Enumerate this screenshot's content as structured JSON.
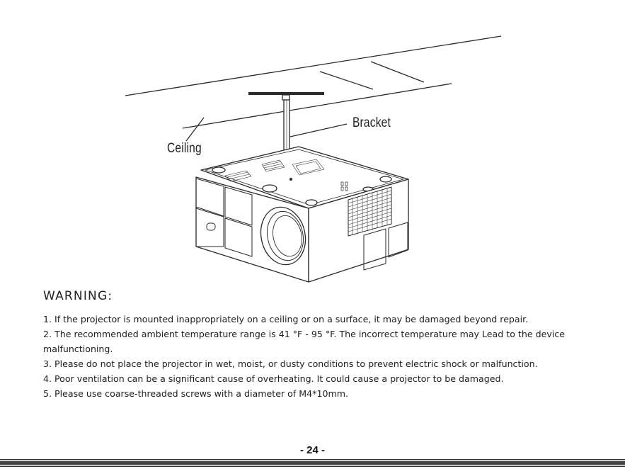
{
  "diagram": {
    "labels": {
      "ceiling": "Ceiling",
      "bracket": "Bracket"
    }
  },
  "warning": {
    "title": "WARNING:",
    "items": [
      "1. If the projector is mounted inappropriately on a ceiling or on a surface, it may be damaged beyond repair.",
      "2. The recommended ambient temperature range is 41 °F - 95 °F. The incorrect temperature may Lead to the device malfunctioning.",
      "3. Please do not place the projector in wet, moist, or dusty conditions to prevent electric shock or malfunction.",
      "4. Poor ventilation can be a significant cause of overheating. It could cause a projector to be damaged.",
      "5. Please use coarse-threaded screws with a diameter of M4*10mm."
    ]
  },
  "footer": {
    "page_number": "- 24 -"
  }
}
